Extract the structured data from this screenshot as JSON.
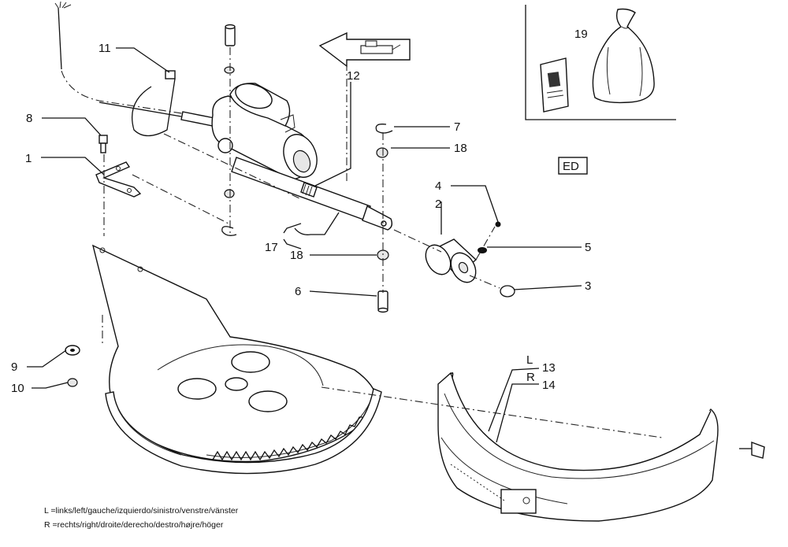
{
  "callouts": {
    "c1": "1",
    "c2": "2",
    "c3": "3",
    "c4": "4",
    "c5": "5",
    "c6": "6",
    "c7": "7",
    "c8": "8",
    "c9": "9",
    "c10": "10",
    "c11": "11",
    "c12": "12",
    "c13": "13",
    "c14": "14",
    "c17": "17",
    "c18a": "18",
    "c18b": "18",
    "c19": "19",
    "cL": "L",
    "cR": "R"
  },
  "badge": "ED",
  "legend": {
    "left": "L  =links/left/gauche/izquierdo/sinistro/venstre/vänster",
    "right": "R  =rechts/right/droite/derecho/destro/højre/höger"
  },
  "icons": [
    "direction-arrow-icon",
    "parts-bag-icon",
    "instruction-leaflet-icon"
  ]
}
